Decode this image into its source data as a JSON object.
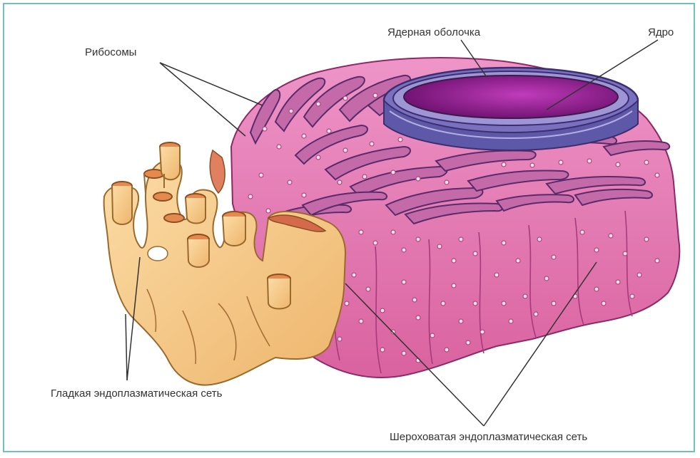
{
  "labels": {
    "ribosomes": "Рибосомы",
    "nuclear_envelope": "Ядерная оболочка",
    "nucleus": "Ядро",
    "smooth_er": "Гладкая эндоплазматическая сеть",
    "rough_er": "Шероховатая эндоплазматическая сеть"
  },
  "colors": {
    "rough_er_fill": "#e27ab6",
    "rough_er_dark": "#b04a8a",
    "smooth_er_fill": "#f6cc8c",
    "smooth_er_dark": "#c88a3e",
    "nucleus": "#8a1a8a",
    "envelope": "#6c64b4",
    "frame": "#6fc2b6"
  },
  "icons": [
    "rough-er-illustration",
    "smooth-er-illustration",
    "nucleus-illustration"
  ]
}
